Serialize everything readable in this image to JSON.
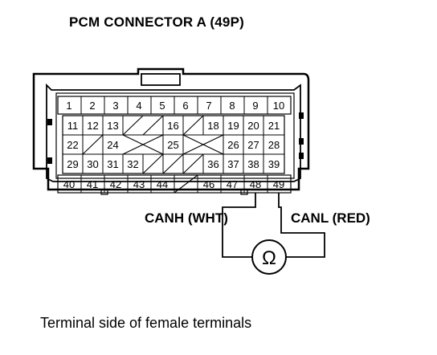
{
  "title": "PCM CONNECTOR A (49P)",
  "labels": {
    "canh": "CANH (WHT)",
    "canl": "CANL (RED)",
    "ohm_symbol": "Ω"
  },
  "footer": "Terminal side of female terminals",
  "rows": [
    [
      "1",
      "2",
      "3",
      "4",
      "5",
      "6",
      "7",
      "8",
      "9",
      "10"
    ],
    [
      "11",
      "12",
      "13",
      "",
      "",
      "16",
      "",
      "18",
      "19",
      "20",
      "21"
    ],
    [
      "22",
      "",
      "24",
      "",
      "",
      "25",
      "",
      "",
      "26",
      "27",
      "28"
    ],
    [
      "29",
      "30",
      "31",
      "32",
      "",
      "",
      "",
      "36",
      "37",
      "38",
      "39"
    ],
    [
      "40",
      "41",
      "42",
      "43",
      "44",
      "",
      "46",
      "47",
      "48",
      "49"
    ]
  ]
}
